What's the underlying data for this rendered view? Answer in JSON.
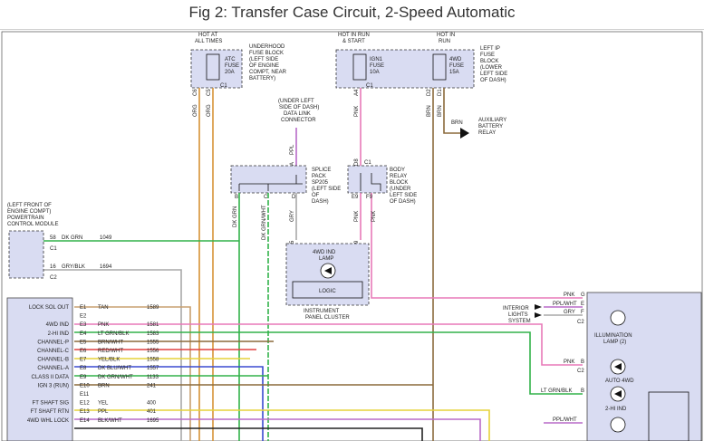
{
  "title": "Fig 2: Transfer Case Circuit, 2-Speed Automatic",
  "labels": {
    "hot_at_all_times": [
      "HOT AT",
      "ALL TIMES"
    ],
    "hot_in_run_start": [
      "HOT IN RUN",
      "& START"
    ],
    "hot_in_run": [
      "HOT IN",
      "RUN"
    ],
    "underhood_fuse_block": [
      "UNDERHOOD",
      "FUSE BLOCK",
      "(LEFT SIDE",
      "OF ENGINE",
      "COMPT, NEAR",
      "BATTERY)"
    ],
    "left_ip_fuse_block": [
      "LEFT IP",
      "FUSE",
      "BLOCK",
      "(LOWER",
      "LEFT SIDE",
      "OF DASH)"
    ],
    "fuse_atc": [
      "ATC",
      "FUSE",
      "20A"
    ],
    "fuse_ign1": [
      "IGN1",
      "FUSE",
      "10A"
    ],
    "fuse_4wd": [
      "4WD",
      "FUSE",
      "15A"
    ],
    "data_link": [
      "(UNDER LEFT",
      "SIDE OF DASH)",
      "DATA LINK",
      "CONNECTOR"
    ],
    "splice_pack": [
      "SPLICE",
      "PACK",
      "SP205",
      "(LEFT SIDE",
      "OF",
      "DASH)"
    ],
    "body_relay_block": [
      "BODY",
      "RELAY",
      "BLOCK",
      "(UNDER",
      "LEFT SIDE",
      "OF DASH)"
    ],
    "auxiliary_relay": [
      "AUXILIARY",
      "BATTERY",
      "RELAY"
    ],
    "pcm": [
      "(LEFT FRONT OF",
      "ENGINE COMPT)",
      "POWERTRAIN",
      "CONTROL MODULE"
    ],
    "ind_lamp": [
      "4WD IND",
      "LAMP"
    ],
    "logic": "LOGIC",
    "instrument_cluster": [
      "INSTRUMENT",
      "PANEL CLUSTER"
    ],
    "interior_lights": [
      "INTERIOR",
      "LIGHTS",
      "SYSTEM"
    ],
    "illumination_lamp": [
      "ILLUMINATION",
      "LAMP (2)"
    ],
    "auto_4wd": "AUTO 4WD",
    "two_hi_ind": "2-HI IND",
    "c1": "C1",
    "c2": "C2"
  },
  "wires": {
    "org": "ORG",
    "brn": "BRN",
    "ppl": "PPL",
    "pnk": "PNK",
    "dk_grn": "DK GRN",
    "dk_grn_wht": "DK GRN/WHT",
    "gry": "GRY",
    "dk_grn_1049": [
      "58",
      "DK GRN",
      "1049"
    ],
    "gry_blk_1694": [
      "16",
      "GRY/BLK",
      "1694"
    ]
  },
  "pins": {
    "c6": "C6",
    "c5": "C5",
    "a4": "A4",
    "d2": "D2",
    "d1": "D1",
    "a": "A",
    "d8": "D8",
    "e": "E",
    "b": "B",
    "c": "C",
    "d": "D",
    "e9": "E9",
    "f9": "F9",
    "a5": "A5",
    "b9": "B9"
  },
  "right_module": [
    {
      "pin": "G",
      "wire": "PNK"
    },
    {
      "pin": "E",
      "wire": "PPL/WHT"
    },
    {
      "pin": "F",
      "wire": "GRY"
    },
    {
      "pin": "B",
      "wire": "PNK"
    },
    {
      "pin": "B",
      "wire": "LT GRN/BLK"
    },
    {
      "pin": "",
      "wire": "PPL/WHT"
    }
  ],
  "tcm_rows": [
    {
      "func": "LOCK SOL OUT",
      "pin": "E1",
      "wire": "TAN",
      "num": "1589"
    },
    {
      "func": "",
      "pin": "E2",
      "wire": "",
      "num": ""
    },
    {
      "func": "4WD IND",
      "pin": "E3",
      "wire": "PNK",
      "num": "1581"
    },
    {
      "func": "2-HI IND",
      "pin": "E4",
      "wire": "LT GRN/BLK",
      "num": "1583"
    },
    {
      "func": "CHANNEL-P",
      "pin": "E5",
      "wire": "BRN/WHT",
      "num": "1555"
    },
    {
      "func": "CHANNEL-C",
      "pin": "E6",
      "wire": "RED/WHT",
      "num": "1556"
    },
    {
      "func": "CHANNEL-B",
      "pin": "E7",
      "wire": "YEL/BLK",
      "num": "1558"
    },
    {
      "func": "CHANNEL-A",
      "pin": "E8",
      "wire": "DK BLU/WHT",
      "num": "1557"
    },
    {
      "func": "CLASS II DATA",
      "pin": "E9",
      "wire": "DK GRN/WHT",
      "num": "1133"
    },
    {
      "func": "IGN 3 (RUN)",
      "pin": "E10",
      "wire": "BRN",
      "num": "241"
    },
    {
      "func": "",
      "pin": "E11",
      "wire": "",
      "num": ""
    },
    {
      "func": "FT SHAFT SIG",
      "pin": "E12",
      "wire": "YEL",
      "num": "400"
    },
    {
      "func": "FT SHAFT RTN",
      "pin": "E13",
      "wire": "PPL",
      "num": "401"
    },
    {
      "func": "4WD WHL LOCK",
      "pin": "E14",
      "wire": "BLK/WHT",
      "num": "1695"
    }
  ],
  "colors": {
    "org": "#d59236",
    "brn": "#8b6a3c",
    "ppl": "#b86ac8",
    "pnk": "#e879b8",
    "grn": "#32b24a",
    "gry": "#a8a8a8",
    "tan": "#c8a070",
    "red": "#e04040",
    "yel": "#e6d23a",
    "blu": "#3a4ad0",
    "blk": "#222222",
    "box": "#d9dcf2"
  }
}
